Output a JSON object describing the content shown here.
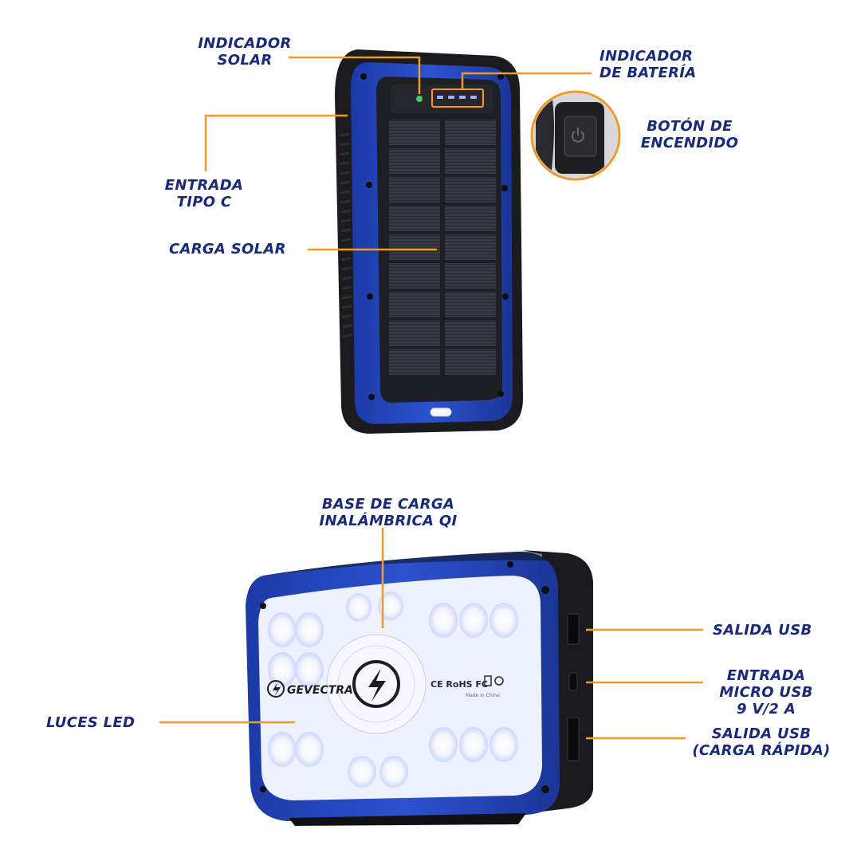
{
  "callouts": {
    "solar_indicator": "INDICADOR\nSOLAR",
    "battery_indicator": "INDICADOR\nDE BATERÍA",
    "type_c_input": "ENTRADA\nTIPO C",
    "power_button": "BOTÓN DE\nENCENDIDO",
    "solar_charging": "CARGA SOLAR",
    "qi_wireless_base": "BASE DE CARGA\nINALÁMBRICA QI",
    "usb_output": "SALIDA USB",
    "micro_usb_input": "ENTRADA\nMICRO USB\n9 V/2 A",
    "led_lights": "LUCES LED",
    "usb_output_fast": "SALIDA USB\n(CARGA RÁPIDA)"
  },
  "device_back": {
    "brand": "GEVECTRA",
    "certifications": "CE RoHS FC",
    "made_in": "Made in China"
  },
  "colors": {
    "label_text": "#1a2a78",
    "leader_line": "#f09a2b",
    "shell_blue": "#2344b8",
    "rubber_black": "#1b1b1d",
    "solar_cell": "#2b2c33",
    "led_panel": "#f4f6ff"
  },
  "icons": [
    "lightning-bolt-icon",
    "power-icon",
    "ce-mark-icon",
    "fcc-mark-icon",
    "recycle-icon"
  ]
}
